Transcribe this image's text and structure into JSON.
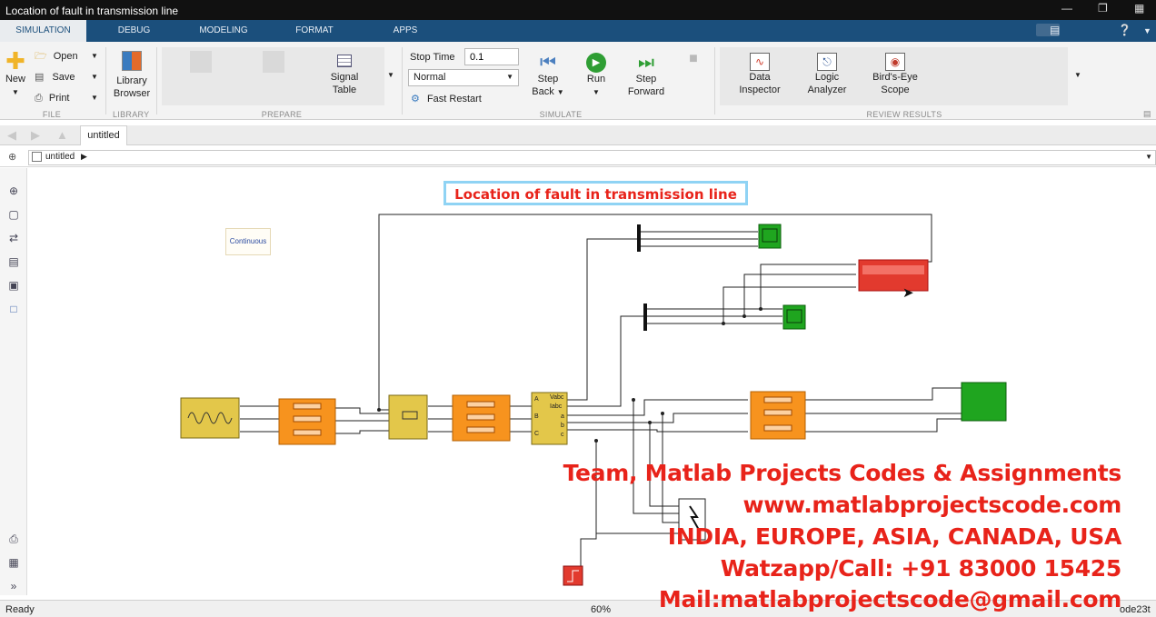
{
  "window": {
    "title": "Location of fault in transmission line"
  },
  "ribbon_tabs": [
    "SIMULATION",
    "DEBUG",
    "MODELING",
    "FORMAT",
    "APPS"
  ],
  "ribbon": {
    "file": {
      "new_label": "New",
      "open_label": "Open",
      "save_label": "Save",
      "print_label": "Print",
      "group_label": "FILE"
    },
    "library": {
      "label_line1": "Library",
      "label_line2": "Browser",
      "group_label": "LIBRARY"
    },
    "prepare": {
      "signal_table_line1": "Signal",
      "signal_table_line2": "Table",
      "group_label": "PREPARE"
    },
    "simulate": {
      "stop_time_label": "Stop Time",
      "stop_time_value": "0.1",
      "mode_value": "Normal",
      "fast_restart_label": "Fast Restart",
      "step_back_line1": "Step",
      "step_back_line2": "Back",
      "run_label": "Run",
      "step_forward_line1": "Step",
      "step_forward_line2": "Forward",
      "group_label": "SIMULATE"
    },
    "review": {
      "data_inspector_line1": "Data",
      "data_inspector_line2": "Inspector",
      "logic_analyzer_line1": "Logic",
      "logic_analyzer_line2": "Analyzer",
      "birds_eye_line1": "Bird's-Eye",
      "birds_eye_line2": "Scope",
      "group_label": "REVIEW RESULTS"
    }
  },
  "editor": {
    "tab_label": "untitled",
    "breadcrumb": "untitled"
  },
  "model": {
    "annotation": "Location of fault in transmission line",
    "powergui_label": "Continuous",
    "meas_block_port_a": "A",
    "meas_block_port_b": "B",
    "meas_block_port_c": "C",
    "vi_ports": [
      "Vabc",
      "Iabc",
      "a",
      "b",
      "c"
    ]
  },
  "status": {
    "left": "Ready",
    "zoom": "60%",
    "right": "ode23t"
  },
  "watermark": {
    "line1": "Team, Matlab Projects Codes & Assignments",
    "line2": "www.matlabprojectscode.com",
    "line3": "INDIA, EUROPE, ASIA, CANADA, USA",
    "line4": "Watzapp/Call: +91 83000 15425",
    "line5": "Mail:matlabprojectscode@gmail.com"
  },
  "colors": {
    "ribbon_tab_bar": "#1b4f7c",
    "watermark_red": "#e8231a",
    "block_yellow": "#e3c74a",
    "block_orange": "#f7931e",
    "scope_green": "#1fa51f"
  }
}
